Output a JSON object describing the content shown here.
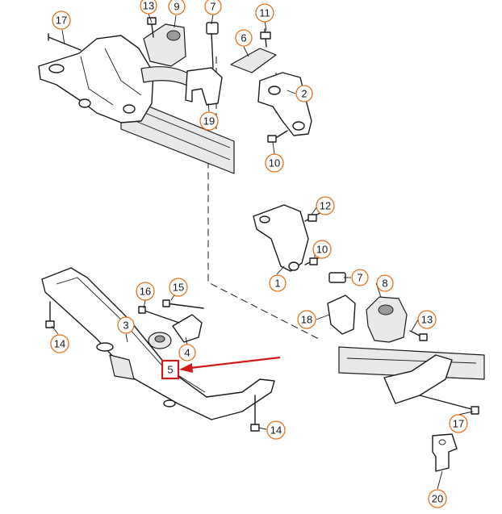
{
  "callouts": [
    {
      "id": "c17a",
      "label": "17"
    },
    {
      "id": "c13a",
      "label": "13"
    },
    {
      "id": "c9",
      "label": "9"
    },
    {
      "id": "c7a",
      "label": "7"
    },
    {
      "id": "c11",
      "label": "11"
    },
    {
      "id": "c6",
      "label": "6"
    },
    {
      "id": "c2",
      "label": "2"
    },
    {
      "id": "c19",
      "label": "19"
    },
    {
      "id": "c10a",
      "label": "10"
    },
    {
      "id": "c12",
      "label": "12"
    },
    {
      "id": "c10b",
      "label": "10"
    },
    {
      "id": "c7b",
      "label": "7"
    },
    {
      "id": "c8",
      "label": "8"
    },
    {
      "id": "c1",
      "label": "1"
    },
    {
      "id": "c18",
      "label": "18"
    },
    {
      "id": "c13b",
      "label": "13"
    },
    {
      "id": "c16",
      "label": "16"
    },
    {
      "id": "c15",
      "label": "15"
    },
    {
      "id": "c3",
      "label": "3"
    },
    {
      "id": "c4",
      "label": "4"
    },
    {
      "id": "c14a",
      "label": "14"
    },
    {
      "id": "c14b",
      "label": "14"
    },
    {
      "id": "c17b",
      "label": "17"
    },
    {
      "id": "c20",
      "label": "20"
    }
  ],
  "highlight": {
    "label": "5",
    "color": "#d11a1a"
  },
  "colors": {
    "callout_ring": "#e8701a",
    "highlight": "#d11a1a",
    "line": "#1a1a1a"
  }
}
